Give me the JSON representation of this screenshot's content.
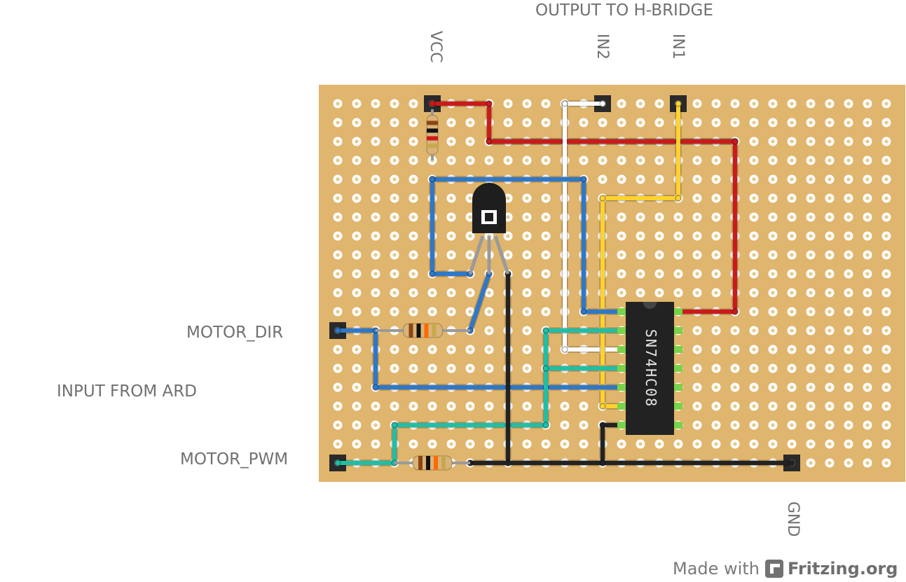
{
  "labels": {
    "output_header": "OUTPUT TO H-BRIDGE",
    "vcc": "VCC",
    "in2": "IN2",
    "in1": "IN1",
    "motor_dir": "MOTOR_DIR",
    "input_from_ard": "INPUT FROM ARD",
    "motor_pwm": "MOTOR_PWM",
    "gnd": "GND"
  },
  "chip_label": "SN74HC08",
  "credit": {
    "prefix": "Made with",
    "brand": "Fritzing.org"
  },
  "colors": {
    "board": "#e0b56d",
    "hole": "#ffffff",
    "red_wire": "#cc1a1a",
    "blue_wire": "#2e78c8",
    "yellow_wire": "#ffd22e",
    "white_wire": "#ffffff",
    "black_wire": "#222222",
    "teal_wire": "#1fbfa5"
  }
}
